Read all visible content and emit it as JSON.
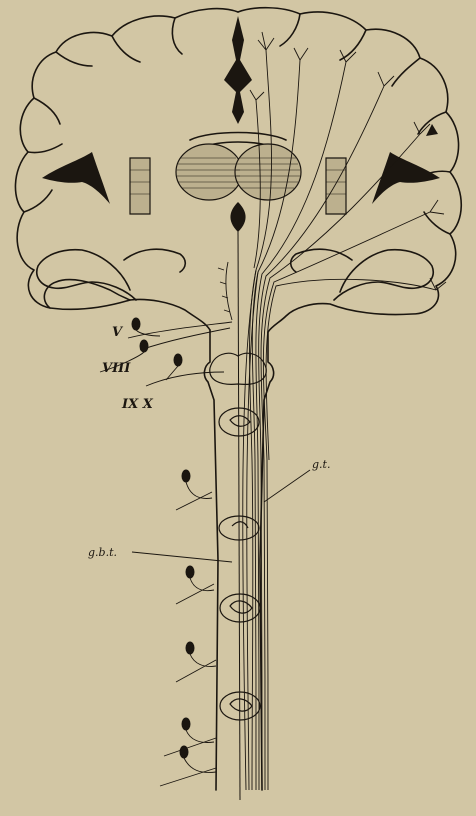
{
  "figure": {
    "background": "#d2c6a4",
    "ink": "#1b1610",
    "labels": {
      "nerve_v": "V",
      "nerve_viii": "VIII",
      "nerves_ix_x": "IX X",
      "gt": "g.t.",
      "gbt": "g.b.t."
    }
  }
}
